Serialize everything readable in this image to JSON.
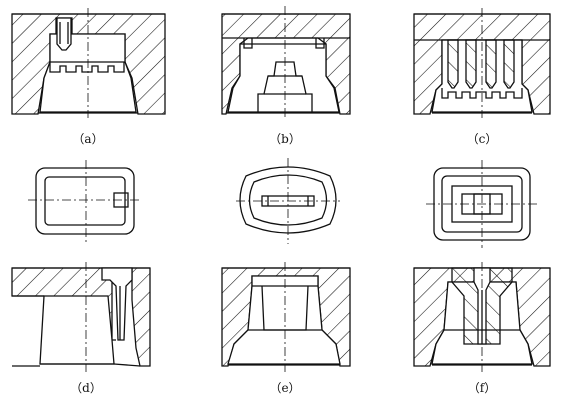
{
  "figure": {
    "panels": [
      {
        "id": "a",
        "label": "（a）"
      },
      {
        "id": "b",
        "label": "（b）"
      },
      {
        "id": "c",
        "label": "（c）"
      },
      {
        "id": "d",
        "label": "（d）"
      },
      {
        "id": "e",
        "label": "（e）"
      },
      {
        "id": "f",
        "label": "（f）"
      }
    ]
  },
  "colors": {
    "ink": "#111111",
    "background": "#ffffff"
  }
}
